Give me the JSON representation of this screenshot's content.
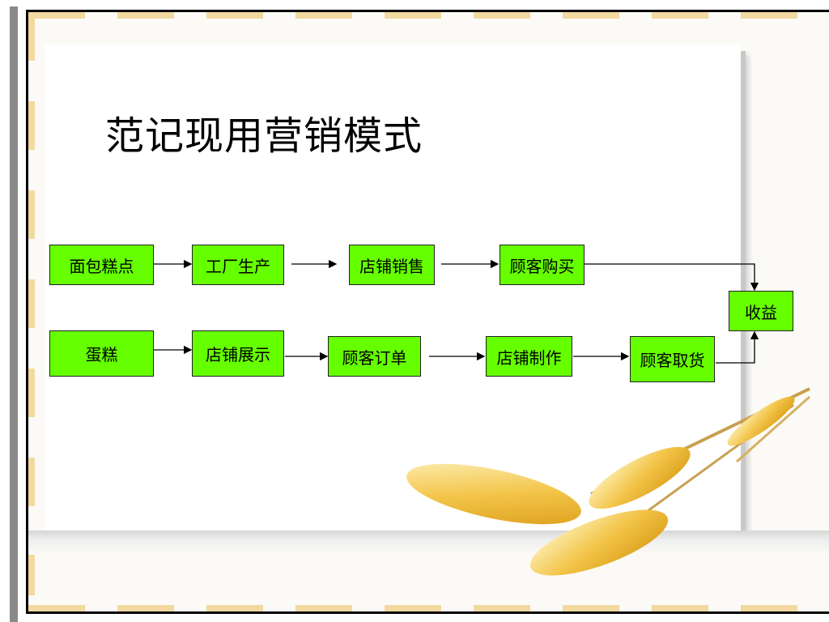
{
  "title": "范记现用营销模式",
  "nodes": {
    "bread": "面包糕点",
    "factory": "工厂生产",
    "store_sales": "店铺销售",
    "customer_buy": "顾客购买",
    "revenue": "收益",
    "cake": "蛋糕",
    "store_display": "店铺展示",
    "customer_order": "顾客订单",
    "store_make": "店铺制作",
    "customer_pickup": "顾客取货"
  },
  "colors": {
    "node_fill": "#66ff00",
    "accent": "#f2d9a0"
  }
}
